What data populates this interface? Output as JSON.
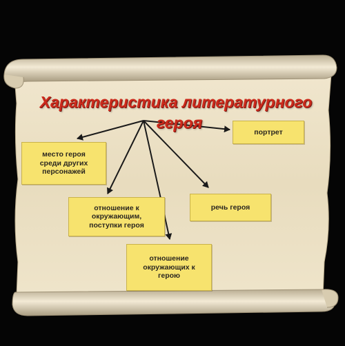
{
  "title": {
    "line1": "Характеристика литературного",
    "line2": "героя"
  },
  "boxes": {
    "portrait": "портрет",
    "place": "место героя\nсреди других\nперсонажей",
    "relation": "отношение к\nокружающим,\nпоступки героя",
    "speech": "речь героя",
    "others": "отношение\nокружающих к\nгерою"
  },
  "colors": {
    "background": "#050505",
    "scroll": "#ece1c6",
    "box": "#f7e36e",
    "title": "#cc2a1c",
    "arrow": "#1a1a1a"
  }
}
